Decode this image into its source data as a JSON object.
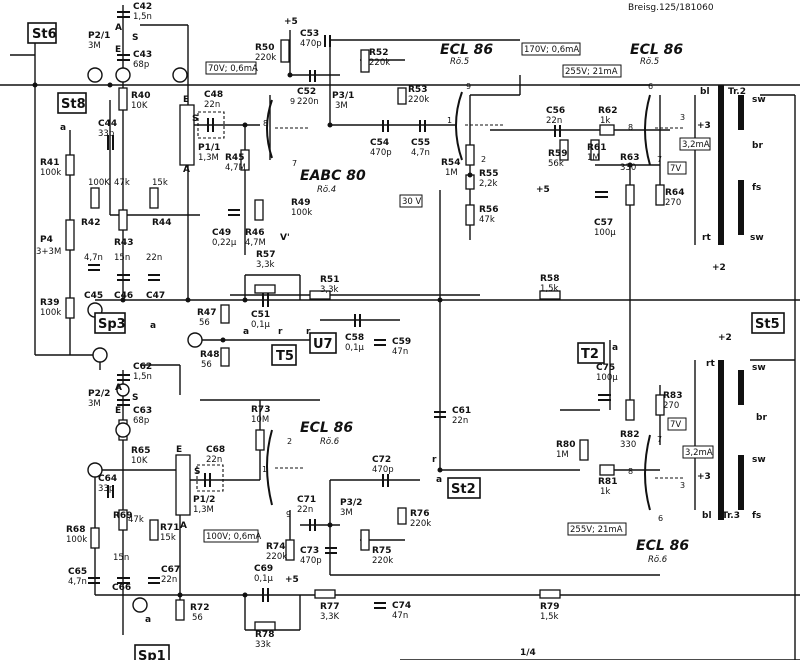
{
  "header": {
    "text": "Breisg.125/181060"
  },
  "switches": {
    "st6": "St6",
    "st8": "St8",
    "sp3": "Sp3",
    "t5": "T5",
    "u7": "U7",
    "st5": "St5",
    "t2": "T2",
    "st2": "St2",
    "sp1": "Sp1"
  },
  "tubes": {
    "eabc80": {
      "name": "EABC 80",
      "ref": "Rö.4"
    },
    "ecl86_top_a": {
      "name": "ECL 86",
      "ref": "Rö.5"
    },
    "ecl86_top_b": {
      "name": "ECL 86",
      "ref": "Rö.5"
    },
    "ecl86_bot_a": {
      "name": "ECL 86",
      "ref": "Rö.6"
    },
    "ecl86_bot_b": {
      "name": "ECL 86",
      "ref": "Rö.6"
    }
  },
  "voltages": {
    "v70": "70V; 0,6mA",
    "v170": "170V; 0,6mA",
    "v255a": "255V; 21mA",
    "v32a": "3,2mA",
    "v7a": "7V",
    "v30": "30 V",
    "v100": "100V; 0,6mA",
    "v255b": "255V; 21mA",
    "v32b": "3,2mA",
    "v7b": "7V"
  },
  "components": {
    "c42": [
      "C42",
      "1,5n"
    ],
    "p21": [
      "P2/1",
      "3M"
    ],
    "c43": [
      "C43",
      "68p"
    ],
    "r40": [
      "R40",
      "10K"
    ],
    "c44": [
      "C44",
      "33p"
    ],
    "p11": [
      "P1/1",
      "1,3M"
    ],
    "r41": [
      "R41",
      "100k"
    ],
    "r42": [
      "R42",
      "100K"
    ],
    "r43": [
      "R43",
      "47k"
    ],
    "r44": [
      "R44",
      "15k"
    ],
    "p4": [
      "P4",
      "3+3M"
    ],
    "c45": [
      "C45",
      "4,7n"
    ],
    "c46": [
      "C46",
      "15n"
    ],
    "c47": [
      "C47",
      "22n"
    ],
    "r39": [
      "R39",
      "100k"
    ],
    "c48": [
      "C48",
      "22n"
    ],
    "r45": [
      "R45",
      "4,7M"
    ],
    "c49": [
      "C49",
      "0,22µ"
    ],
    "r46": [
      "R46",
      "4,7M"
    ],
    "r49": [
      "R49",
      "100k"
    ],
    "r50": [
      "R50",
      "220k"
    ],
    "c53": [
      "C53",
      "470p"
    ],
    "c52": [
      "C52",
      "220n"
    ],
    "r52": [
      "R52",
      "220k"
    ],
    "p31": [
      "P3/1",
      "3M"
    ],
    "r53": [
      "R53",
      "220k"
    ],
    "c54": [
      "C54",
      "470p"
    ],
    "c55": [
      "C55",
      "4,7n"
    ],
    "r54": [
      "R54",
      "1M"
    ],
    "r55": [
      "R55",
      "2,2k"
    ],
    "r56": [
      "R56",
      "47k"
    ],
    "c56": [
      "C56",
      "22n"
    ],
    "r59": [
      "R59",
      "56k"
    ],
    "r62": [
      "R62",
      "1k"
    ],
    "r61": [
      "R61",
      "1M"
    ],
    "r63": [
      "R63",
      "330"
    ],
    "r64": [
      "R64",
      "270"
    ],
    "c57": [
      "C57",
      "100µ"
    ],
    "r57": [
      "R57",
      "3,3k"
    ],
    "r51": [
      "R51",
      "3,3k"
    ],
    "r58": [
      "R58",
      "1,5k"
    ],
    "r47": [
      "R47",
      "56"
    ],
    "r48": [
      "R48",
      "56"
    ],
    "c51": [
      "C51",
      "0,1µ"
    ],
    "c58": [
      "C58",
      "0,1µ"
    ],
    "c59": [
      "C59",
      "47n"
    ],
    "c62": [
      "C62",
      "1,5n"
    ],
    "p22": [
      "P2/2",
      "3M"
    ],
    "c63": [
      "C63",
      "68p"
    ],
    "r65": [
      "R65",
      "10K"
    ],
    "c64": [
      "C64",
      "33p"
    ],
    "p12": [
      "P1/2",
      "1,3M"
    ],
    "r68": [
      "R68",
      "100k"
    ],
    "r69": [
      "R69",
      "47k"
    ],
    "r71": [
      "R71",
      "15k"
    ],
    "c65": [
      "C65",
      "4,7n"
    ],
    "c66": [
      "C66",
      "15n"
    ],
    "c67": [
      "C67",
      "22n"
    ],
    "r72": [
      "R72",
      "56"
    ],
    "r73": [
      "R73",
      "10M"
    ],
    "c68": [
      "C68",
      "22n"
    ],
    "c71": [
      "C71",
      "22n"
    ],
    "r74": [
      "R74",
      "220k"
    ],
    "c69": [
      "C69",
      "0,1µ"
    ],
    "c72": [
      "C72",
      "470p"
    ],
    "p32": [
      "P3/2",
      "3M"
    ],
    "r76": [
      "R76",
      "220k"
    ],
    "r75": [
      "R75",
      "220k"
    ],
    "c73": [
      "C73",
      "470p"
    ],
    "c61": [
      "C61",
      "22n"
    ],
    "r80": [
      "R80",
      "1M"
    ],
    "r81": [
      "R81",
      "1k"
    ],
    "r82": [
      "R82",
      "330"
    ],
    "c75": [
      "C75",
      "100µ"
    ],
    "r83": [
      "R83",
      "270"
    ],
    "r77": [
      "R77",
      "3,3K"
    ],
    "c74": [
      "C74",
      "47n"
    ],
    "r79": [
      "R79",
      "1,5k"
    ],
    "r78": [
      "R78",
      "33k"
    ]
  },
  "transformers": {
    "tr2": {
      "name": "Tr.2",
      "bl": "bl",
      "sw1": "sw",
      "br": "br",
      "fs": "fs",
      "rt": "rt",
      "sw2": "sw"
    },
    "tr3": {
      "name": "Tr.3",
      "rt": "rt",
      "sw1": "sw",
      "br": "br",
      "sw2": "sw",
      "bl": "bl",
      "fs": "fs"
    }
  },
  "markers": {
    "plus5": "+5",
    "plus2": "+2",
    "plus3": "+3",
    "a": "a",
    "r": "r",
    "A": "A",
    "E": "E",
    "S": "S",
    "V": "V'",
    "frac": "1/4"
  },
  "pins": [
    "1",
    "2",
    "3",
    "6",
    "7",
    "8",
    "9"
  ]
}
